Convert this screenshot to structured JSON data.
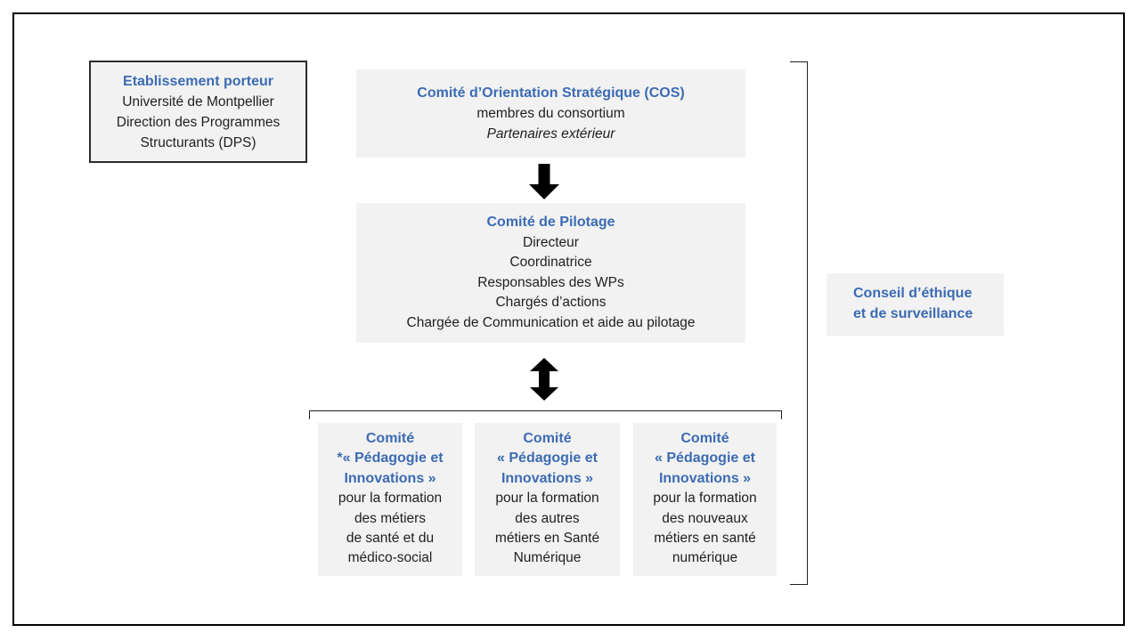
{
  "colors": {
    "accent_blue": "#3C6BB3",
    "box_fill": "#F2F2F2",
    "frame_border": "#000000",
    "etablissement_border": "#2B2B2B",
    "body_text": "#1F1F1F",
    "arrow": "#000000"
  },
  "boxes": {
    "etablissement": {
      "title": "Etablissement porteur",
      "lines": [
        "Université de Montpellier",
        "Direction des Programmes",
        "Structurants (DPS)"
      ]
    },
    "cos": {
      "title": "Comité d’Orientation Stratégique (COS)",
      "line": "membres du consortium",
      "line_italic": "Partenaires extérieur"
    },
    "pilotage": {
      "title": "Comité de Pilotage",
      "members": [
        "Directeur",
        "Coordinatrice",
        "Responsables des WPs",
        "Chargés d’actions",
        "Chargée de Communication et aide au pilotage"
      ]
    },
    "comites": [
      {
        "title_lines": [
          "Comité",
          "*« Pédagogie et",
          "Innovations »"
        ],
        "body_lines": [
          "pour la formation",
          "des métiers",
          "de santé et du",
          "médico-social"
        ]
      },
      {
        "title_lines": [
          "Comité",
          "« Pédagogie et",
          "Innovations »"
        ],
        "body_lines": [
          "pour la formation",
          "des autres",
          "métiers en Santé",
          "Numérique"
        ]
      },
      {
        "title_lines": [
          "Comité",
          "« Pédagogie et",
          "Innovations »"
        ],
        "body_lines": [
          "pour la formation",
          "des nouveaux",
          "métiers en santé",
          "numérique"
        ]
      }
    ],
    "conseil": {
      "lines": [
        "Conseil d’éthique",
        "et de surveillance"
      ]
    }
  }
}
